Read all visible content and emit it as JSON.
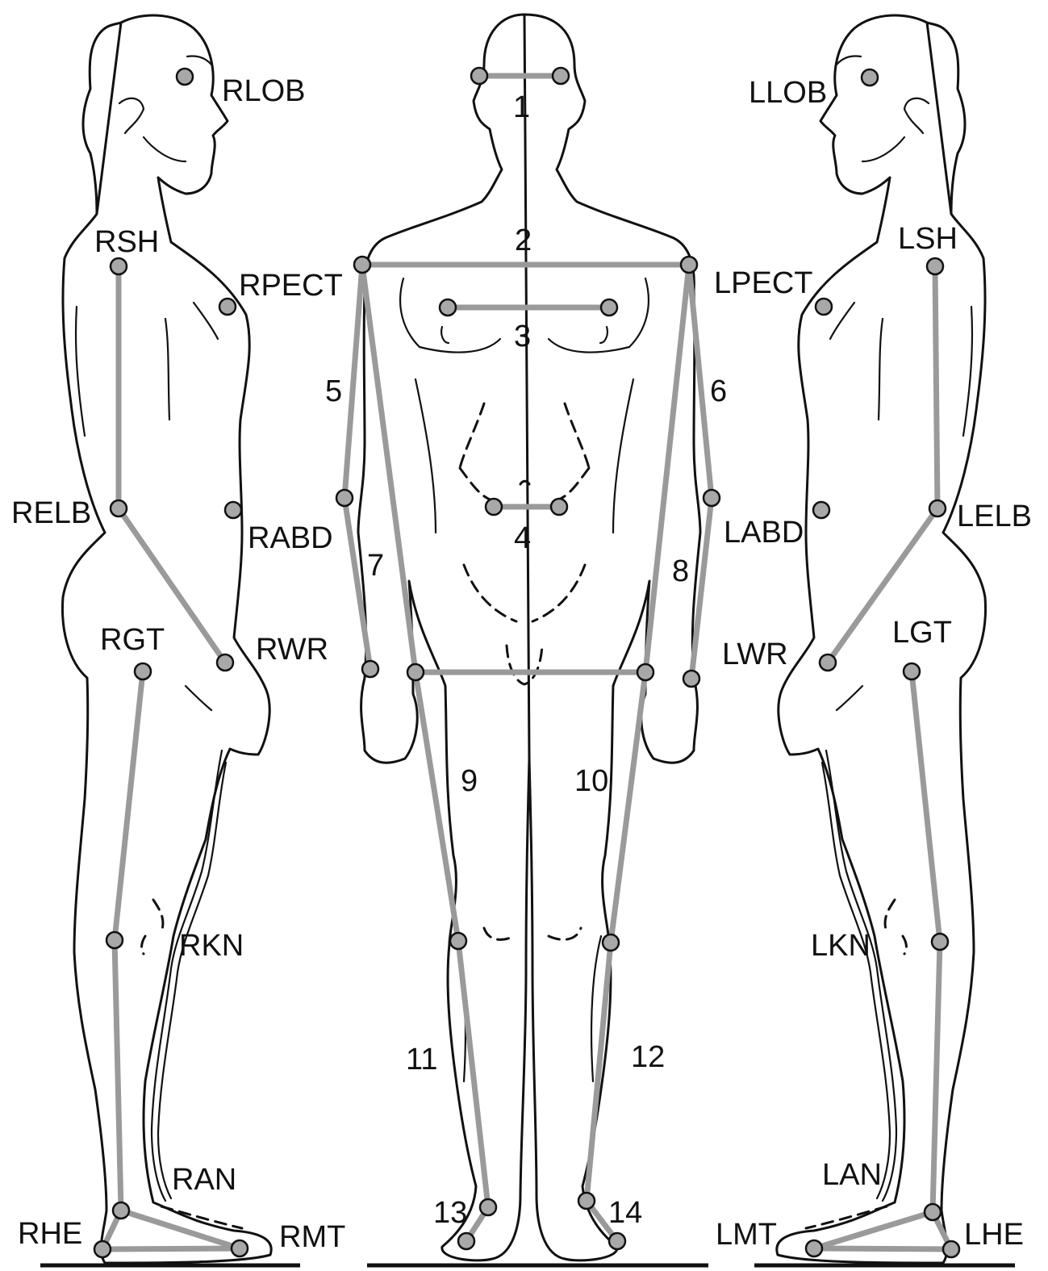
{
  "markers": {
    "right_view": [
      "RLOB",
      "RSH",
      "RPECT",
      "RELB",
      "RABD",
      "RGT",
      "RWR",
      "RKN",
      "RAN",
      "RHE",
      "RMT"
    ],
    "left_view": [
      "LLOB",
      "LSH",
      "LPECT",
      "LELB",
      "LABD",
      "LGT",
      "LWR",
      "LKN",
      "LAN",
      "LMT",
      "LHE"
    ]
  },
  "segments": [
    "1",
    "2",
    "3",
    "4",
    "5",
    "6",
    "7",
    "8",
    "9",
    "10",
    "11",
    "12",
    "13",
    "14"
  ],
  "colors": {
    "segment": "#9a9a9a",
    "marker": "#a8a8a8",
    "outline": "#111111"
  }
}
